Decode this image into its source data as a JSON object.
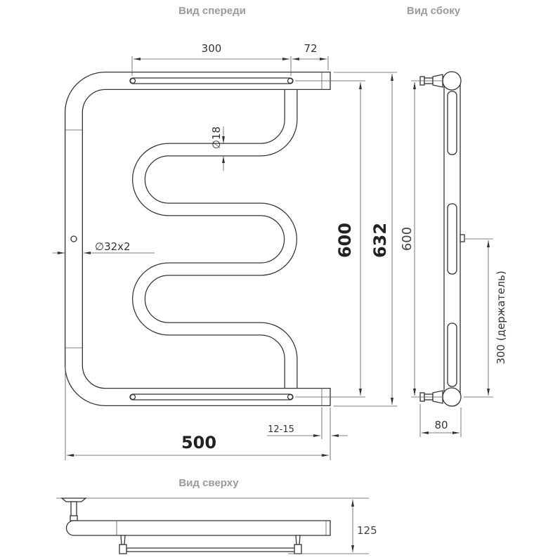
{
  "titles": {
    "front": "Вид спереди",
    "side": "Вид сбоку",
    "top": "Вид сверху"
  },
  "front_dims": {
    "holder_spacing": "300",
    "end_offset": "72",
    "inner_tube": "∅18",
    "outer_tube": "∅32x2",
    "center_distance": "600",
    "height": "632",
    "width": "500",
    "wall_gap": "12-15"
  },
  "side_dims": {
    "center_distance": "600",
    "holder": "300 (держатель)",
    "depth": "80"
  },
  "top_dims": {
    "depth": "125"
  },
  "colors": {
    "outline": "#333333",
    "title": "#9a9a9a"
  }
}
